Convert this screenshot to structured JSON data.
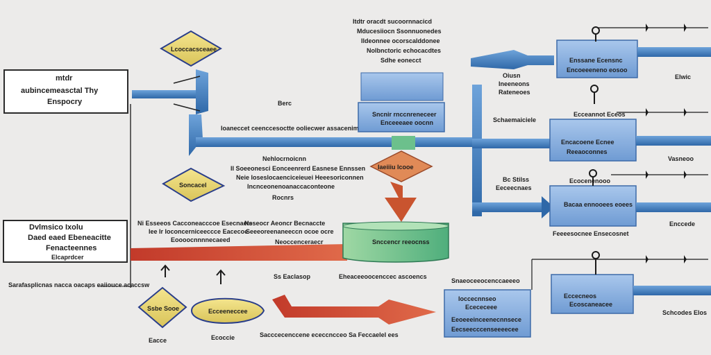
{
  "colors": {
    "background": "#ecebea",
    "blue_pipe": "#3f7fc0",
    "blue_box": "#8fb5e0",
    "red_arrow": "#c9452f",
    "green_tank": "#7fc68e",
    "yellow_diamond": "#eadb7a",
    "orange_diamond": "#e08a57"
  },
  "left_boxes": {
    "top": {
      "line1": "mtdr",
      "line2": "aubincemeasctal Thy",
      "line3": "Enspocry"
    },
    "middle": {
      "line1": "Dvlmsico Ixolu",
      "line2": "Daed eaed Ebeneacitte",
      "line3": "Fenacteennes",
      "line4": "Elcaprdcer"
    },
    "bottom_caption": "Sarafasplicnas nacca oacaps eaiiouce acaccsw"
  },
  "center_header": {
    "line1": "Itdtr oracdt sucoornnacicd",
    "line2": "Mducesiiocn Ssonnuonedes",
    "line3": "Ildeonnee ocorscalddonee",
    "line4": "Nolbnctoric echocacdtes",
    "line5": "Sdhe eonecct"
  },
  "center_labels": {
    "berc": "Berc",
    "pipe_label": "Ioaneccet ceenccesoctte ooliecwer assacenimes",
    "mid_title": "Nehlocrnoicnn",
    "mid_line1": "II Soeeonesci Eonceenrerd Easnese Ennssen",
    "mid_line2": "Neie Ioseslocaenciceieuei Heeesoriconnen",
    "mid_line3": "Incnceonenoanaccaconteone",
    "mid_line4": "Rocnrs",
    "left_row": "Ni Esseeos  Cacconeacccoe Esecnaete",
    "left_row2": "Iee  Ir  Ioconcerniceeccce Eacecoe",
    "left_row3": "Eoooocnnnnecaeed",
    "right_row": "Nsseocr Aeoncr Becnaccte",
    "right_row2": "Seeeoreenaneeccn ocoe ocre",
    "right_row3": "Neoccenceraecr",
    "tank_caption": "Ss Eaclasop",
    "tank_caption2": "Eheaceeoocenccec ascoencs",
    "bottom_row": "Sacccecenccene ececcncceo  Sa Feccaelel ees",
    "diamond_left_caption": "Eacce",
    "diamond_mid_caption": "Ecoccie"
  },
  "center_boxes": {
    "upper_box": "Sncnir rnccnreneceer",
    "upper_box_sub": "Enceeeaee oocnn",
    "tank_label": "Snccencr reeocnss",
    "orange_diamond": "Iaeiiiu Icooe"
  },
  "right_labels": {
    "oiusn": "Oiusn",
    "oiusn2": "Ineeneons",
    "oiusn3": "Rateneoes",
    "schaemaicle": "Schaemaiciele",
    "bc_stiles": "Bc Stilss",
    "bc_stiles2": "Eeceecnaes",
    "elwic": "Elwic",
    "vaneo": "Vasneoo",
    "enccede": "Enccede",
    "schodes": "Schcodes Elos",
    "right_caption": "Snaeoceeocenccaeeeo"
  },
  "right_boxes": {
    "box1": {
      "line1": "Enssane Ecensnc",
      "line2": "Encoeeeneno eosoo"
    },
    "box2": {
      "line1": "Ecceannot Eceos",
      "line2": "Encacoene Ecnee",
      "line3": "Reeaoconnes"
    },
    "box3": {
      "line1": "Ecocenenooo",
      "line2": "Bacaa ennooees eoees",
      "line3": "Feeeesocnee Ensecosnet"
    },
    "box4": {
      "line1": "Eccecneos",
      "line2": "Ecoscaneacee"
    },
    "box5": {
      "line1": "Ioccecnnseo",
      "line2": "Ecececeee",
      "line3": "Eeoeeeinceenecnnsece",
      "line4": "Eecseecccenseeeecee"
    }
  },
  "diamonds": {
    "top_left": "Lcoccacsceaee",
    "mid_left": "Soncacel",
    "bottom_left": "Ssbe Sooe",
    "bottom_mid": "Ecceeneccee"
  }
}
